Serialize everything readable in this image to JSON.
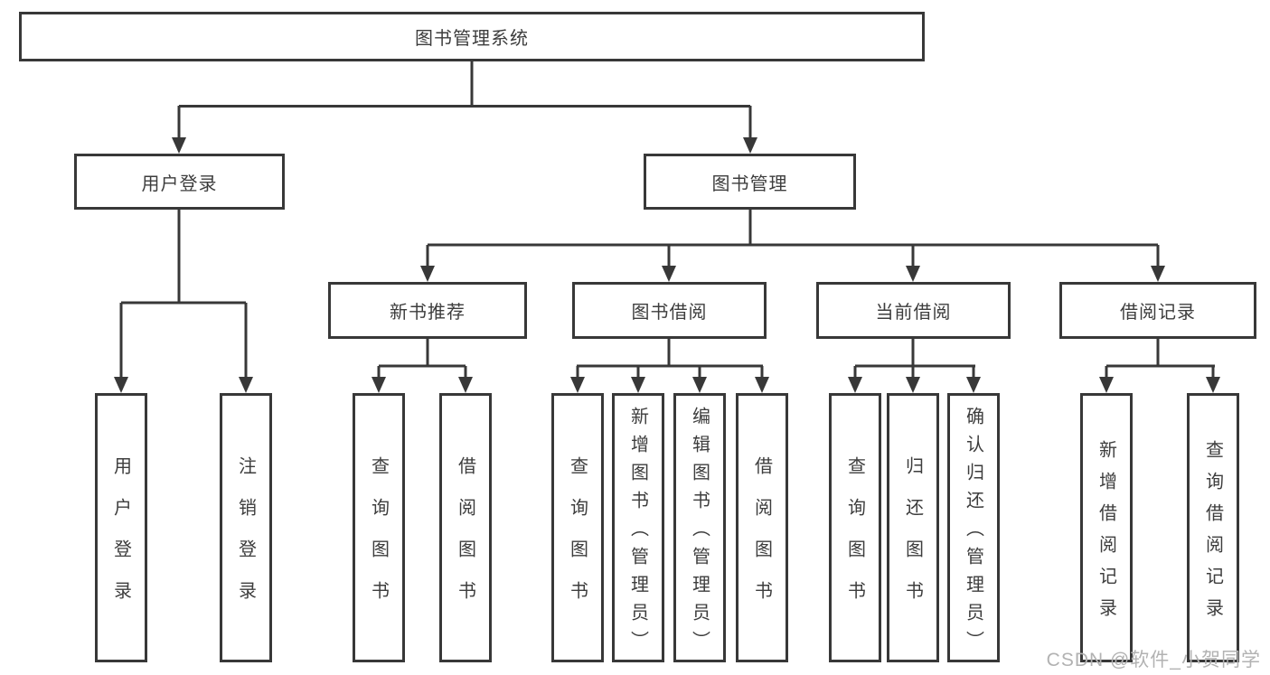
{
  "diagram": {
    "root": {
      "label": "图书管理系统"
    },
    "level2": [
      {
        "label": "用户登录",
        "leaves": [
          "用户登录",
          "注销登录"
        ]
      },
      {
        "label": "图书管理",
        "modules": [
          {
            "label": "新书推荐",
            "leaves": [
              "查询图书",
              "借阅图书"
            ]
          },
          {
            "label": "图书借阅",
            "leaves": [
              "查询图书",
              "新增图书（管理员）",
              "编辑图书（管理员）",
              "借阅图书"
            ]
          },
          {
            "label": "当前借阅",
            "leaves": [
              "查询图书",
              "归还图书",
              "确认归还（管理员）"
            ]
          },
          {
            "label": "借阅记录",
            "leaves": [
              "新增借阅记录",
              "查询借阅记录"
            ]
          }
        ]
      }
    ]
  },
  "watermark": {
    "text": "CSDN @软件_小贺同学"
  },
  "colors": {
    "line": "#383838",
    "box_border": "#383838",
    "text": "#3d3d3d",
    "watermark": "#b2b2b2",
    "background": "#ffffff"
  }
}
